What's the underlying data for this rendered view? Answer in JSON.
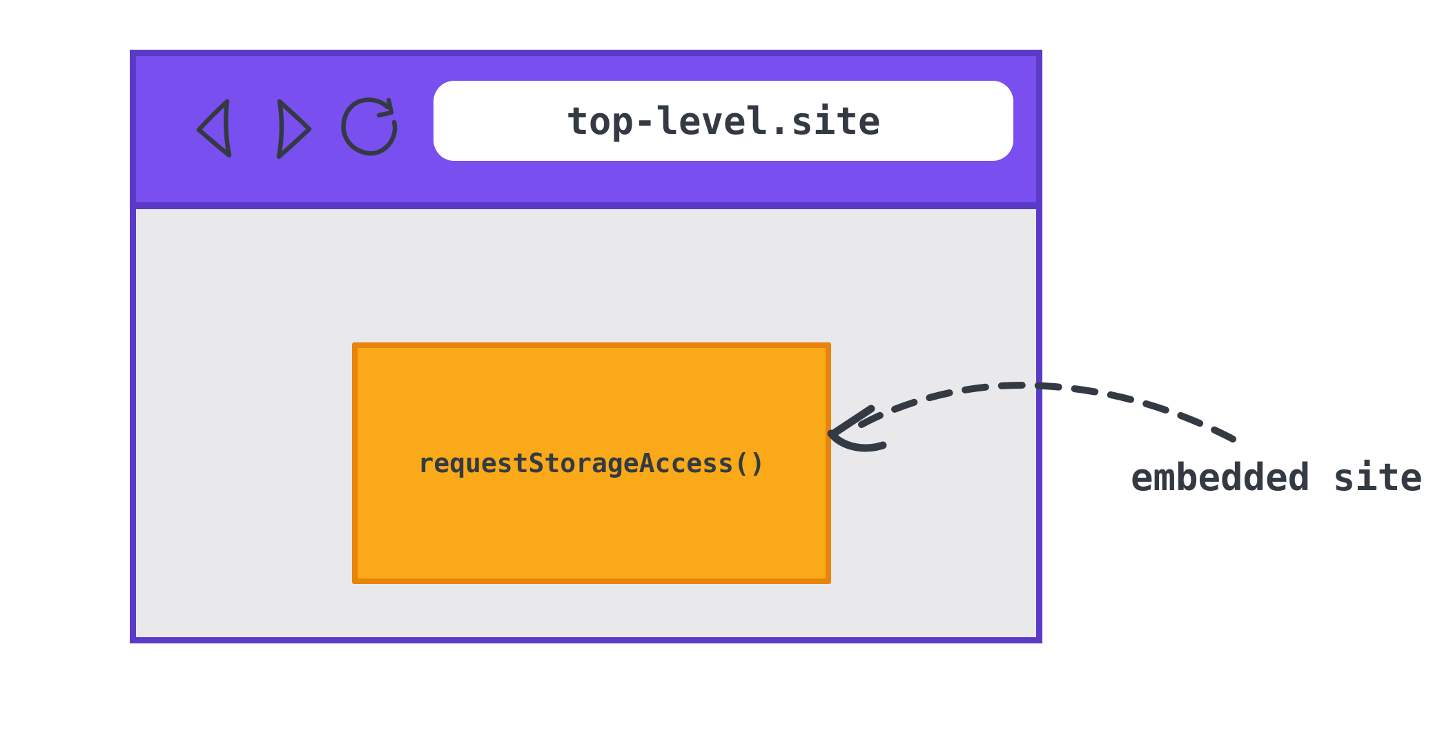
{
  "browser_window": {
    "address_bar": {
      "url": "top-level.site"
    },
    "nav_icons": [
      {
        "name": "back-icon",
        "glyph": "left-triangle"
      },
      {
        "name": "forward-icon",
        "glyph": "right-triangle"
      },
      {
        "name": "refresh-icon",
        "glyph": "circular-arrow"
      }
    ],
    "embedded_frame": {
      "label": "requestStorageAccess()"
    }
  },
  "annotation": {
    "label": "embedded site",
    "arrow": "dashed-curved-arrow-pointing-at-embedded-frame"
  },
  "colors": {
    "toolbar_purple": "#7A4FF0",
    "window_border_purple": "#5C3AC8",
    "content_gray": "#E9E9EB",
    "iframe_orange": "#FAA918",
    "iframe_border_orange": "#E8830B",
    "ink": "#343A43",
    "address_bar_bg": "#FFFFFF",
    "page_bg": "#FFFFFF"
  }
}
